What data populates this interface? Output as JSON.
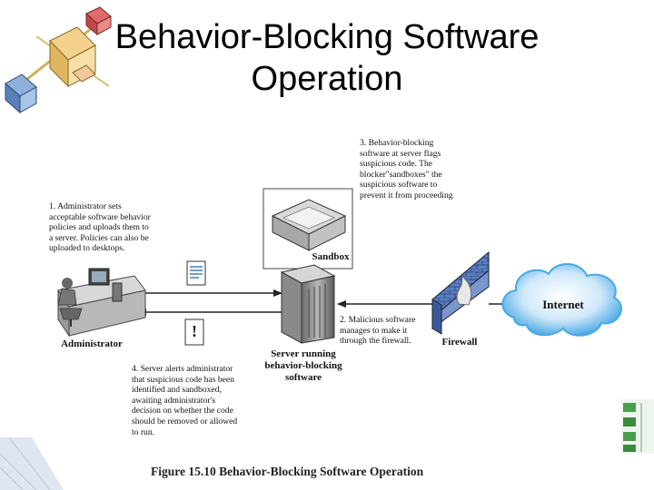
{
  "slide": {
    "title_line1": "Behavior-Blocking Software",
    "title_line2": "Operation"
  },
  "figure": {
    "caption": "Figure 15.10  Behavior-Blocking Software Operation",
    "labels": {
      "sandbox": "Sandbox",
      "administrator": "Administrator",
      "server": "Server running\nbehavior-blocking\nsoftware",
      "firewall": "Firewall",
      "internet": "Internet"
    },
    "steps": {
      "step1": "1. Administrator sets\nacceptable software behavior\npolicies and uploads them to\na server. Policies can also be\nuploaded to desktops.",
      "step2": "2. Malicious software\nmanages to make it\nthrough the firewall.",
      "step3": "3. Behavior-blocking\nsoftware at server flags\nsuspicious code. The\nblocker\"sandboxes\" the\nsuspicious software to\nprevent it from proceeding",
      "step4": "4. Server alerts administrator\nthat suspicious code has been\nidentified and sandboxed,\nawaiting administrator's\ndecision on whether the code\nshould be removed or allowed\nto run."
    },
    "alert_symbol": "!"
  }
}
